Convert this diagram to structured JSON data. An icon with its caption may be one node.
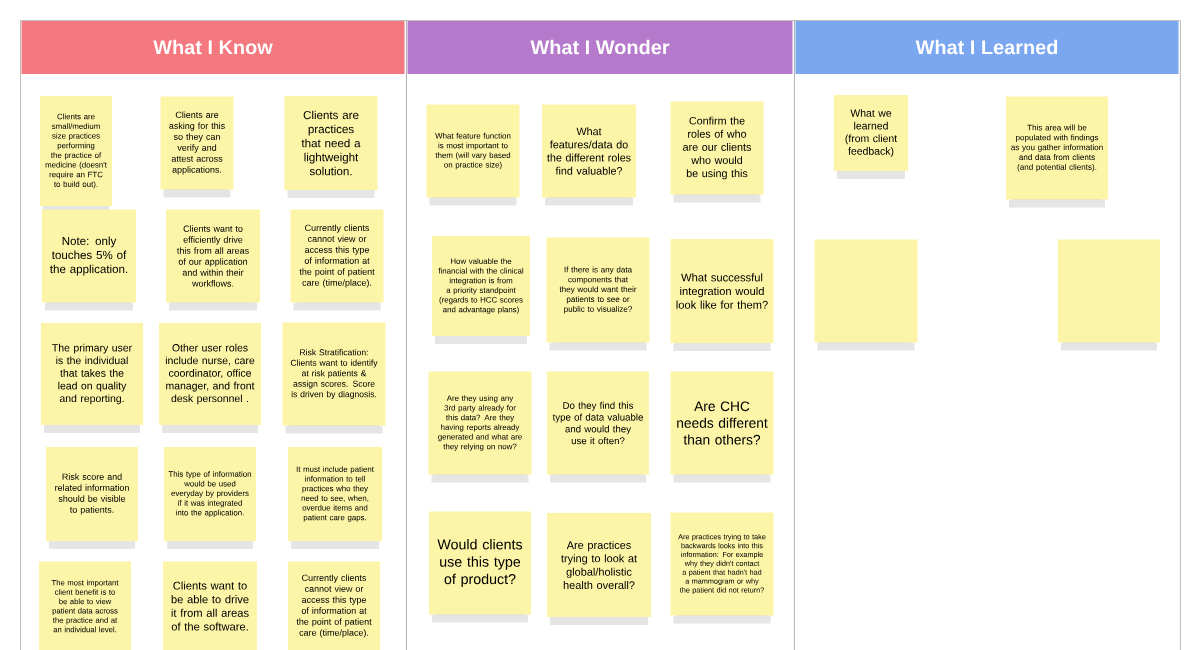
{
  "diagram": {
    "nodes": [
      {
        "text": [
          "What I Know"
        ]
      },
      {
        "text": [
          "What I Wonder"
        ]
      },
      {
        "text": [
          "What I Learned"
        ]
      },
      {
        "text": [
          "Clients are small/medium size practices performing the practice of medicine (doesn't require an FTC to build out)."
        ],
        "in": 0
      },
      {
        "text": [
          "Clients are asking for this so they can verify and attest across applications."
        ],
        "in": 0
      },
      {
        "text": [
          "Clients are practices that need a lightweight solution."
        ],
        "in": 0
      },
      {
        "text": [
          "Note: only touches 5% of the application."
        ],
        "in": 0
      },
      {
        "text": [
          "Clients want to efficiently drive this from all areas of our application and within their workflows."
        ],
        "in": 0
      },
      {
        "text": [
          "Currently clients cannot view or access this type of information at the point of patient care (time/place)."
        ],
        "in": 0
      },
      {
        "text": [
          "The primary user is the individual that takes the lead on quality and reporting."
        ],
        "in": 0
      },
      {
        "text": [
          "Other user roles include nurse, care coordinator, office manager, and front desk personnel ."
        ],
        "in": 0
      },
      {
        "text": [
          "Risk Stratification: Clients want to identify at risk patients & assign scores. Score is driven by diagnosis."
        ],
        "in": 0
      },
      {
        "text": [
          "Risk score and related information should be visible to patients."
        ],
        "in": 0
      },
      {
        "text": [
          "This type of information would be used everyday by providers if it was integrated into the application."
        ],
        "in": 0
      },
      {
        "text": [
          "It must include patient information to tell practices who they need to see, when, overdue items and patient care gaps."
        ],
        "in": 0
      },
      {
        "text": [
          "The most important client benefit is to be able to view patient data across the practice and at an individual level."
        ],
        "in": 0
      },
      {
        "text": [
          "Clients want to be able to drive it from all areas of the software."
        ],
        "in": 0
      },
      {
        "text": [
          "Currently clients cannot view or access this type of information at the point of patient care (time/place)."
        ],
        "in": 0
      },
      {
        "text": [
          "What feature function is most important to them (will vary based on practice size)"
        ],
        "in": 1
      },
      {
        "text": [
          "What features/data do the different roles find valuable?"
        ],
        "in": 1
      },
      {
        "text": [
          "Confirm the roles of who are our clients who would be using this"
        ],
        "in": 1
      },
      {
        "text": [
          "How valuable the financial with the clinical integration is from a priority standpoint (regards to HCC scores and advantage plans)"
        ],
        "in": 1
      },
      {
        "text": [
          "If there is any data components that they would want their patients to see or public to visualize?"
        ],
        "in": 1
      },
      {
        "text": [
          "What successful integration would look like for them?"
        ],
        "in": 1
      },
      {
        "text": [
          "Are they using any 3rd party already for this data? Are they having reports already generated and what are they relying on now?"
        ],
        "in": 1
      },
      {
        "text": [
          "Do they find this type of data valuable and would they use it often?"
        ],
        "in": 1
      },
      {
        "text": [
          "Are CHC needs different than others?"
        ],
        "in": 1
      },
      {
        "text": [
          "Would clients use this type of product?"
        ],
        "in": 1
      },
      {
        "text": [
          "Are practices trying to look at global/holistic health overall?"
        ],
        "in": 1
      },
      {
        "text": [
          "Are practices trying to take backwards looks into this information: For example why they didn't contact a patient that hadn't had a mammogram or why the patient did not return?"
        ],
        "in": 1
      },
      {
        "text": [
          "What we learned (from client feedback)"
        ],
        "in": 2
      },
      {
        "text": [
          "This area will be populated with findings as you gather information and data from clients (and potential clients)."
        ],
        "in": 2
      },
      {
        "text": [],
        "shape": "box",
        "in": 2
      },
      {
        "text": [],
        "shape": "box",
        "in": 2
      }
    ]
  }
}
